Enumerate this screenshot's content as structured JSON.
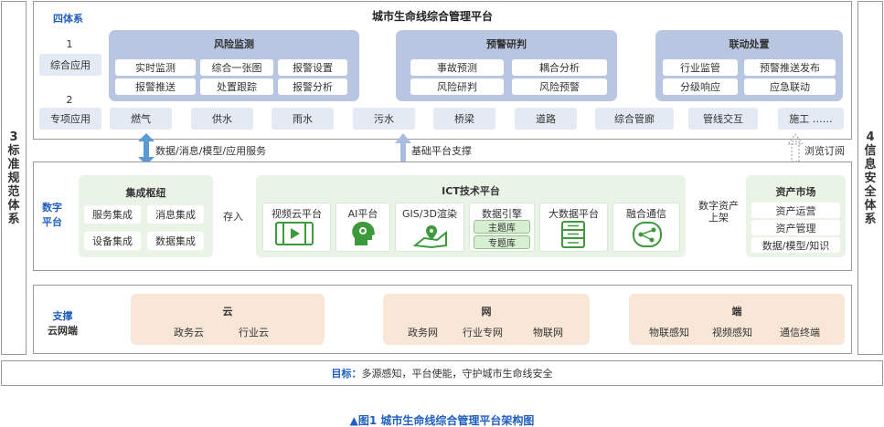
{
  "top_section_label": "四体系",
  "main_title": "城市生命线综合管理平台",
  "left_pillar": [
    "3",
    "标",
    "准",
    "规",
    "范",
    "体",
    "系"
  ],
  "right_pillar": [
    "4",
    "信",
    "息",
    "安",
    "全",
    "体",
    "系"
  ],
  "row1": {
    "number": "1",
    "label": "综合应用"
  },
  "row2": {
    "number": "2",
    "label": "专项应用"
  },
  "systems": [
    {
      "title": "风险监测",
      "items": [
        "实时监测",
        "综合一张图",
        "报警设置",
        "报警推送",
        "处置跟踪",
        "报警分析"
      ]
    },
    {
      "title": "预警研判",
      "items": [
        "事故预测",
        "耦合分析",
        "风险研判",
        "风险预警"
      ]
    },
    {
      "title": "联动处置",
      "items": [
        "行业监管",
        "预警推送发布",
        "分级响应",
        "应急联动"
      ]
    }
  ],
  "categories": [
    "燃气",
    "供水",
    "雨水",
    "污水",
    "桥梁",
    "道路",
    "综合管廊",
    "管线交互",
    "施工 ……"
  ],
  "arrows": {
    "left": "数据/消息/模型/应用服务",
    "middle": "基础平台支撑",
    "right": "浏览订阅"
  },
  "digital_platform": {
    "label_line1": "数字",
    "label_line2": "平台",
    "integration_hub": {
      "title": "集成枢纽",
      "items": [
        "服务集成",
        "消息集成",
        "设备集成",
        "数据集成"
      ]
    },
    "store_label": "存入",
    "ict": {
      "title": "ICT技术平台",
      "cards": [
        {
          "name": "视频云平台",
          "icon": "video-player-icon"
        },
        {
          "name": "AI平台",
          "icon": "ai-head-icon"
        },
        {
          "name": "GIS/3D渲染",
          "icon": "map-icon"
        },
        {
          "name": "数据引擎",
          "subs": [
            "主题库",
            "专题库"
          ]
        },
        {
          "name": "大数据平台",
          "icon": "server-stack-icon"
        },
        {
          "name": "融合通信",
          "icon": "network-icon"
        }
      ]
    },
    "shelf_label_line1": "数字资产",
    "shelf_label_line2": "上架",
    "asset_market": {
      "title": "资产市场",
      "items": [
        "资产运营",
        "资产管理",
        "数据/模型/知识"
      ]
    }
  },
  "support": {
    "label_line1": "支撑",
    "label_line2": "云网端",
    "groups": [
      {
        "title": "云",
        "items": [
          "政务云",
          "行业云"
        ]
      },
      {
        "title": "网",
        "items": [
          "政务网",
          "行业专网",
          "物联网"
        ]
      },
      {
        "title": "端",
        "items": [
          "物联感知",
          "视频感知",
          "通信终端"
        ]
      }
    ]
  },
  "goal": {
    "label": "目标：",
    "text": "多源感知，平台使能，守护城市生命线安全"
  },
  "caption": "▲图1  城市生命线综合管理平台架构图",
  "colors": {
    "accent_blue": "#1f5fbf",
    "system_blue": "#b9c6e2",
    "green": "#3c9a3a",
    "peach": "#f8e7d6"
  }
}
